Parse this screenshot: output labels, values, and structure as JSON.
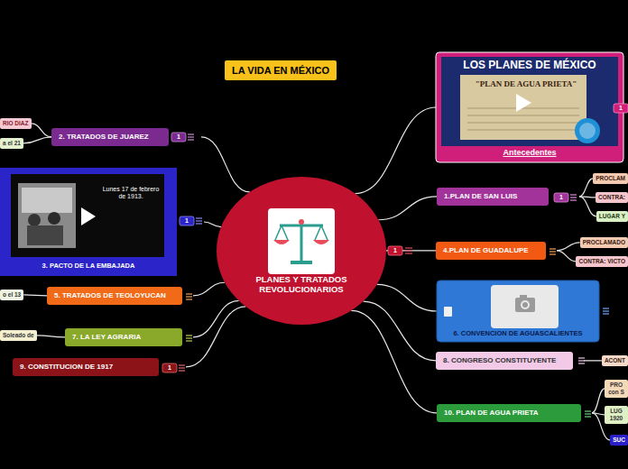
{
  "diagram": {
    "title": "LA VIDA EN MÉXICO",
    "nodes": [
      {
        "text": [
          "PLANES Y TRATADOS REVOLUCIONARIOS"
        ]
      },
      {
        "text": [
          "LOS PLANES DE MÉXICO",
          "\"PLAN DE AGUA PRIETA\"",
          "Antecedentes"
        ]
      },
      {
        "text": [
          "2. TRATADOS DE JUAREZ"
        ]
      },
      {
        "text": [
          "RIO DIAZ"
        ]
      },
      {
        "text": [
          "a el 21"
        ]
      },
      {
        "text": [
          "Lunes 17 de febrero de 1913.",
          "3. PACTO DE LA EMBAJADA"
        ]
      },
      {
        "text": [
          "5. TRATADOS DE TEOLOYUCAN"
        ]
      },
      {
        "text": [
          "o el 13"
        ]
      },
      {
        "text": [
          "7. LA LEY AGRARIA"
        ]
      },
      {
        "text": [
          "Soleado de"
        ]
      },
      {
        "text": [
          "9. CONSTITUCION DE 1917"
        ]
      },
      {
        "text": [
          "1.PLAN DE SAN LUIS"
        ]
      },
      {
        "text": [
          "PROCLAM"
        ]
      },
      {
        "text": [
          "CONTRA:"
        ]
      },
      {
        "text": [
          "LUGAR Y"
        ]
      },
      {
        "text": [
          "4.PLAN DE GUADALUPE"
        ]
      },
      {
        "text": [
          "PROCLAMADO"
        ]
      },
      {
        "text": [
          "CONTRA: VICTO"
        ]
      },
      {
        "text": [
          "6. CONVENCION DE AGUASCALIENTES"
        ]
      },
      {
        "text": [
          "8. CONGRESO CONSTITUYENTE"
        ]
      },
      {
        "text": [
          "ACONT"
        ]
      },
      {
        "text": [
          "10. PLAN DE AGUA PRIETA"
        ]
      },
      {
        "text": [
          "PRO con S"
        ]
      },
      {
        "text": [
          "LUG 1920"
        ]
      },
      {
        "text": [
          "SUC"
        ]
      }
    ],
    "edges": [
      {
        "from": 0,
        "to": 1,
        "arrow": "none"
      },
      {
        "from": 0,
        "to": 2,
        "arrow": "none"
      },
      {
        "from": 2,
        "to": 3,
        "arrow": "none"
      },
      {
        "from": 2,
        "to": 4,
        "arrow": "none"
      },
      {
        "from": 0,
        "to": 5,
        "arrow": "none"
      },
      {
        "from": 0,
        "to": 6,
        "arrow": "none"
      },
      {
        "from": 6,
        "to": 7,
        "arrow": "none"
      },
      {
        "from": 0,
        "to": 8,
        "arrow": "none"
      },
      {
        "from": 8,
        "to": 9,
        "arrow": "none"
      },
      {
        "from": 0,
        "to": 10,
        "arrow": "none"
      },
      {
        "from": 0,
        "to": 11,
        "arrow": "none"
      },
      {
        "from": 11,
        "to": 12,
        "arrow": "none"
      },
      {
        "from": 11,
        "to": 13,
        "arrow": "none"
      },
      {
        "from": 11,
        "to": 14,
        "arrow": "none"
      },
      {
        "from": 0,
        "to": 15,
        "arrow": "none"
      },
      {
        "from": 15,
        "to": 16,
        "arrow": "none"
      },
      {
        "from": 15,
        "to": 17,
        "arrow": "none"
      },
      {
        "from": 0,
        "to": 18,
        "arrow": "none"
      },
      {
        "from": 0,
        "to": 19,
        "arrow": "none"
      },
      {
        "from": 19,
        "to": 20,
        "arrow": "none"
      },
      {
        "from": 0,
        "to": 21,
        "arrow": "none"
      },
      {
        "from": 21,
        "to": 22,
        "arrow": "none"
      },
      {
        "from": 21,
        "to": 23,
        "arrow": "none"
      },
      {
        "from": 21,
        "to": 24,
        "arrow": "none"
      }
    ],
    "labels": [
      "1",
      "1",
      "1",
      "1",
      "1",
      "1"
    ]
  }
}
